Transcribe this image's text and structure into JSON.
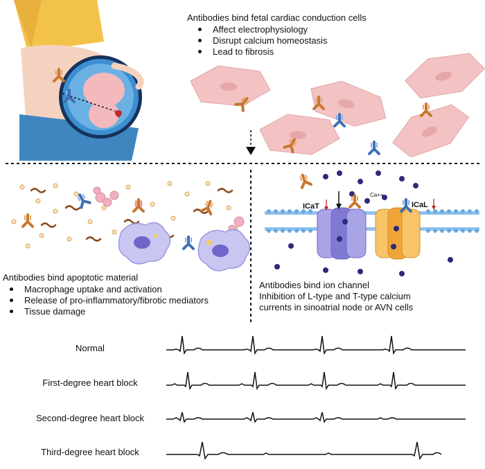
{
  "top": {
    "heading": "Antibodies bind fetal cardiac conduction cells",
    "bullets": [
      "Affect electrophysiology",
      "Disrupt calcium homeostasis",
      "Lead to fibrosis"
    ]
  },
  "left_panel": {
    "heading": "Antibodies bind apoptotic material",
    "bullets": [
      "Macrophage uptake and activation",
      "Release of pro-inflammatory/fibrotic mediators",
      "Tissue damage"
    ]
  },
  "right_panel": {
    "heading_line1": "Antibodies bind ion channel",
    "heading_line2": "Inhibition of L-type and T-type calcium",
    "heading_line3": "currents in sinoatrial node or AVN cells",
    "label_icat": "ICaT",
    "label_ical": "ICaL",
    "label_ca": "Ca++"
  },
  "ecg": {
    "rows": [
      "Normal",
      "First-degree heart block",
      "Second-degree heart block",
      "Third-degree heart block"
    ]
  },
  "colors": {
    "cell_pink": "#f3c3c3",
    "antibody_orange": "#c8772e",
    "antibody_blue": "#3f6fb3",
    "channel_purple": "#8b86d6",
    "channel_orange": "#f0a43a",
    "ion_navy": "#2c2a7a",
    "membrane_blue": "#6aa9e0"
  }
}
